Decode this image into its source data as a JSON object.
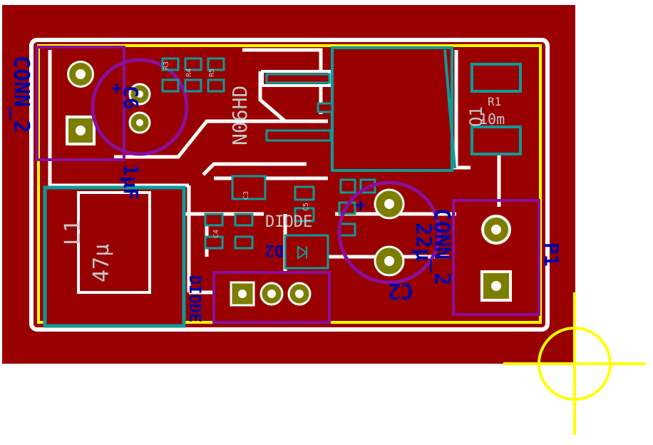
{
  "colors": {
    "board": "#ffffff",
    "copper": "#990000",
    "outline": "#ffff00",
    "package": "#0f9a9a",
    "courtyard": "#8a0f9a",
    "pad": "#7d7d00",
    "name_text": "#0000a6",
    "value_text": "#c7c7c7"
  },
  "labels": {
    "conn_left_name": "CONN_2",
    "conn_right_name": "CONN_2",
    "c6_name": "C6",
    "c6_value": "1μF",
    "l1_name": "L1",
    "l1_value": "47μ",
    "q1_name": "Q1",
    "q1_value": "N06HD",
    "r1_name": "R1",
    "r1_value": "10m",
    "c2_name": "C2",
    "c2_value": "22μ",
    "d2_name": "D2",
    "diode_value": "DIODE",
    "diode_value_2": "DIODE",
    "p1_name": "P1",
    "r3_name": "R3",
    "r4_name": "R4",
    "r5_name": "R5",
    "c4_name": "C4",
    "c5_name": "C5",
    "c3_name": "C3",
    "plus_c6": "+",
    "plus_c2": "+"
  }
}
